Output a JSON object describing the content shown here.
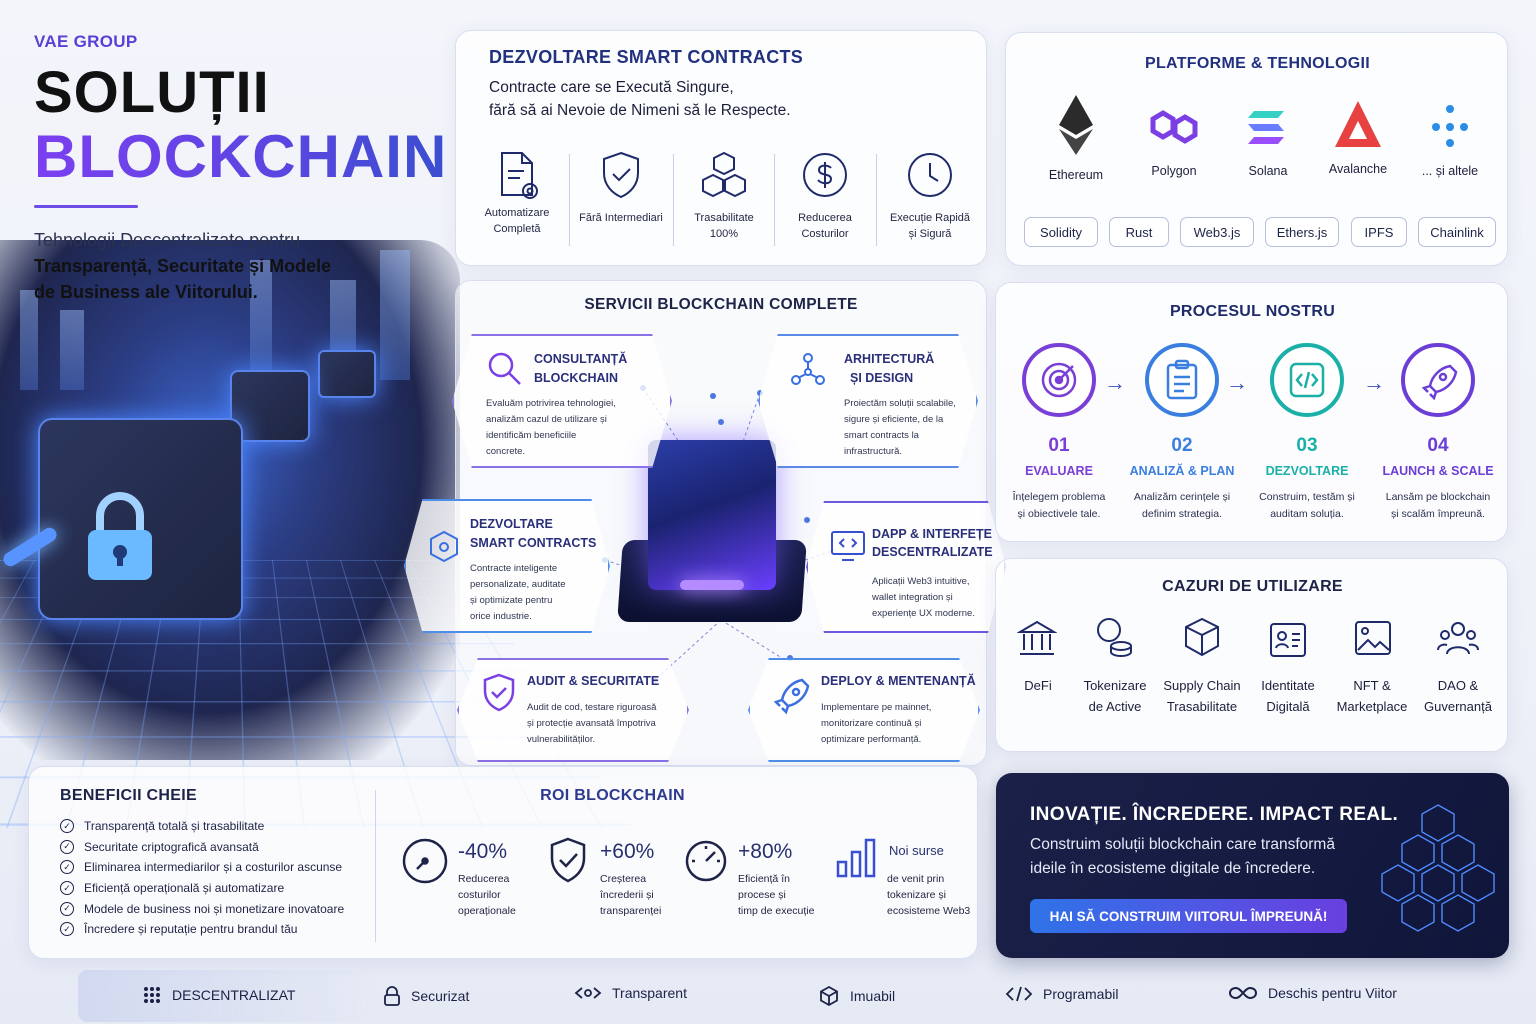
{
  "hero": {
    "brand": "VAE GROUP",
    "title_line1": "SOLUȚII",
    "title_line2": "BLOCKCHAIN",
    "subtitle_line1": "Tehnologii Descentralizate pentru",
    "subtitle_line2": "Transparență, Securitate și Modele",
    "subtitle_line3": "de Business ale Viitorului."
  },
  "smart_contracts": {
    "title": "DEZVOLTARE SMART CONTRACTS",
    "tagline_line1": "Contracte care se Execută Singure,",
    "tagline_line2": "fără să ai Nevoie de Nimeni să le Respecte.",
    "features": [
      {
        "icon": "document-gear-icon",
        "line1": "Automatizare",
        "line2": "Completă"
      },
      {
        "icon": "shield-check-icon",
        "line1": "Fără Intermediari",
        "line2": ""
      },
      {
        "icon": "cubes-icon",
        "line1": "Trasabilitate",
        "line2": "100%"
      },
      {
        "icon": "dollar-coin-icon",
        "line1": "Reducerea",
        "line2": "Costurilor"
      },
      {
        "icon": "clock-icon",
        "line1": "Execuție Rapidă",
        "line2": "și Sigură"
      }
    ]
  },
  "platforms": {
    "title": "PLATFORME & TEHNOLOGII",
    "chains": [
      {
        "icon": "ethereum-icon",
        "name": "Ethereum",
        "color": "#2b2b2b"
      },
      {
        "icon": "polygon-icon",
        "name": "Polygon",
        "color": "#7b3fe4"
      },
      {
        "icon": "solana-icon",
        "name": "Solana",
        "color": "#6a5cff"
      },
      {
        "icon": "avalanche-icon",
        "name": "Avalanche",
        "color": "#e84142"
      },
      {
        "icon": "dots-icon",
        "name": "... și altele",
        "color": "#2a8ee8"
      }
    ],
    "tools": [
      "Solidity",
      "Rust",
      "Web3.js",
      "Ethers.js",
      "IPFS",
      "Chainlink"
    ]
  },
  "services": {
    "title": "SERVICII BLOCKCHAIN COMPLETE",
    "items": [
      {
        "icon": "magnifier-icon",
        "title_line1": "CONSULTANȚĂ",
        "title_line2": "BLOCKCHAIN",
        "desc": [
          "Evaluăm potrivirea tehnologiei,",
          "analizăm cazul de utilizare și",
          "identificăm beneficiile",
          "concrete."
        ]
      },
      {
        "icon": "network-icon",
        "title_line1": "ARHITECTURĂ",
        "title_line2": "ȘI DESIGN",
        "desc": [
          "Proiectăm soluții scalabile,",
          "sigure și eficiente, de la",
          "smart contracts la",
          "infrastructură."
        ]
      },
      {
        "icon": "cube-network-icon",
        "title_line1": "DEZVOLTARE",
        "title_line2": "SMART CONTRACTS",
        "desc": [
          "Contracte inteligente",
          "personalizate, auditate",
          "și optimizate pentru",
          "orice industrie."
        ]
      },
      {
        "icon": "monitor-code-icon",
        "title_line1": "DAPP & INTERFEȚE",
        "title_line2": "DESCENTRALIZATE",
        "desc": [
          "Aplicații Web3 intuitive,",
          "wallet integration și",
          "experiențe UX moderne."
        ]
      },
      {
        "icon": "shield-check-icon",
        "title_line1": "AUDIT & SECURITATE",
        "title_line2": "",
        "desc": [
          "Audit de cod, testare riguroasă",
          "și protecție avansată împotriva",
          "vulnerabilităților."
        ]
      },
      {
        "icon": "rocket-icon",
        "title_line1": "DEPLOY & MENTENANȚĂ",
        "title_line2": "",
        "desc": [
          "Implementare pe mainnet,",
          "monitorizare continuă și",
          "optimizare performanță."
        ]
      }
    ]
  },
  "process": {
    "title": "PROCESUL NOSTRU",
    "steps": [
      {
        "icon": "target-icon",
        "num": "01",
        "name": "EVALUARE",
        "desc1": "Înțelegem problema",
        "desc2": "și obiectivele tale.",
        "color": "#7a3fd6"
      },
      {
        "icon": "clipboard-icon",
        "num": "02",
        "name": "ANALIZĂ & PLAN",
        "desc1": "Analizăm cerințele și",
        "desc2": "definim strategia.",
        "color": "#3a7fe0"
      },
      {
        "icon": "code-icon",
        "num": "03",
        "name": "DEZVOLTARE",
        "desc1": "Construim, testăm și",
        "desc2": "auditam soluția.",
        "color": "#1ab0a8"
      },
      {
        "icon": "rocket-icon",
        "num": "04",
        "name": "LAUNCH & SCALE",
        "desc1": "Lansăm pe blockchain",
        "desc2": "și scalăm împreună.",
        "color": "#6b3fd6"
      }
    ]
  },
  "use_cases": {
    "title": "CAZURI DE UTILIZARE",
    "items": [
      {
        "icon": "bank-icon",
        "line1": "DeFi",
        "line2": ""
      },
      {
        "icon": "coins-icon",
        "line1": "Tokenizare",
        "line2": "de Active"
      },
      {
        "icon": "box-icon",
        "line1": "Supply Chain",
        "line2": "Trasabilitate"
      },
      {
        "icon": "id-card-icon",
        "line1": "Identitate",
        "line2": "Digitală"
      },
      {
        "icon": "image-icon",
        "line1": "NFT &",
        "line2": "Marketplace"
      },
      {
        "icon": "people-icon",
        "line1": "DAO &",
        "line2": "Guvernanță"
      }
    ]
  },
  "benefits": {
    "title": "BENEFICII CHEIE",
    "items": [
      "Transparență totală și trasabilitate",
      "Securitate criptografică avansată",
      "Eliminarea intermediarilor și a costurilor ascunse",
      "Eficiență operațională și automatizare",
      "Modele de business noi și monetizare inovatoare",
      "Încredere și reputație pentru brandul tău"
    ]
  },
  "roi": {
    "title": "ROI BLOCKCHAIN",
    "items": [
      {
        "icon": "gauge-icon",
        "value": "-40%",
        "desc": [
          "Reducerea",
          "costurilor",
          "operaționale"
        ]
      },
      {
        "icon": "shield-check-icon",
        "value": "+60%",
        "desc": [
          "Creșterea",
          "încrederii și",
          "transparenței"
        ]
      },
      {
        "icon": "speedometer-icon",
        "value": "+80%",
        "desc": [
          "Eficiență în",
          "procese și",
          "timp de execuție"
        ]
      },
      {
        "icon": "bar-chart-icon",
        "value": "Noi surse",
        "desc": [
          "de venit prin",
          "tokenizare și",
          "ecosisteme Web3"
        ]
      }
    ]
  },
  "cta": {
    "title": "INOVAȚIE. ÎNCREDERE. IMPACT REAL.",
    "text_line1": "Construim soluții blockchain care transformă",
    "text_line2": "ideile în ecosisteme digitale de încredere.",
    "button": "HAI SĂ CONSTRUIM VIITORUL ÎMPREUNĂ!",
    "button_color": "#2f73e8"
  },
  "footer": [
    {
      "icon": "dots-grid-icon",
      "label": "DESCENTRALIZAT"
    },
    {
      "icon": "lock-icon",
      "label": "Securizat"
    },
    {
      "icon": "eye-icon",
      "label": "Transparent"
    },
    {
      "icon": "cube-icon",
      "label": "Imuabil"
    },
    {
      "icon": "code-brackets-icon",
      "label": "Programabil"
    },
    {
      "icon": "infinity-icon",
      "label": "Deschis pentru Viitor"
    }
  ]
}
